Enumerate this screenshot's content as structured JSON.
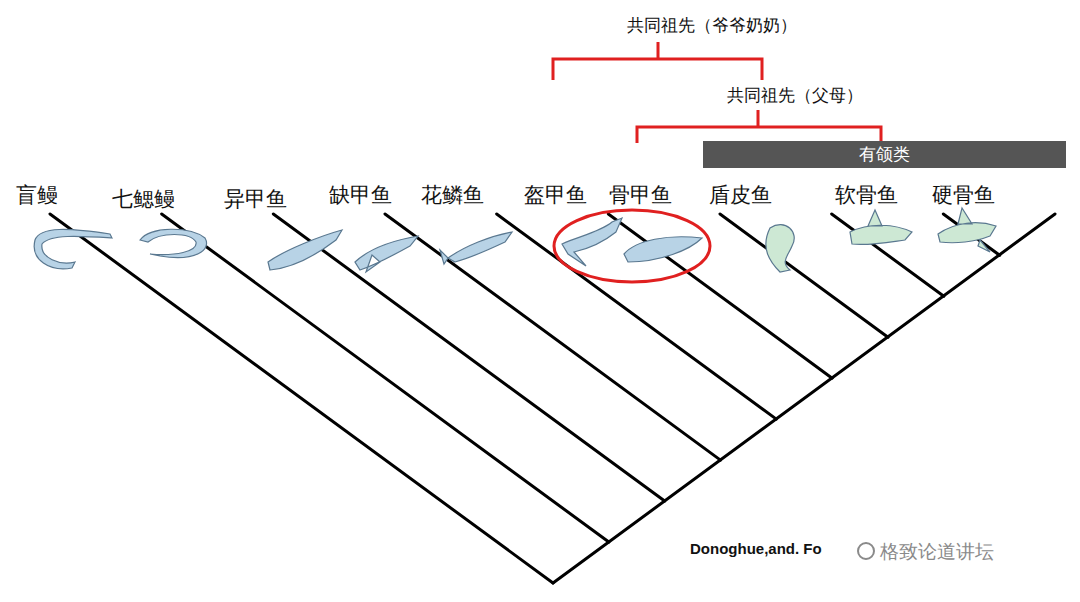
{
  "diagram": {
    "nodes": [
      {
        "text": [
          "有颌类"
        ]
      }
    ],
    "labels": [
      "共同祖先（爷爷奶奶）",
      "共同祖先（父母）",
      "盲鳗",
      "七鳃鳗",
      "异甲鱼",
      "缺甲鱼",
      "花鳞鱼",
      "盔甲鱼",
      "骨甲鱼",
      "盾皮鱼",
      "软骨鱼",
      "硬骨鱼",
      "Donoghue,and. Fo",
      "格致论道讲坛"
    ]
  }
}
